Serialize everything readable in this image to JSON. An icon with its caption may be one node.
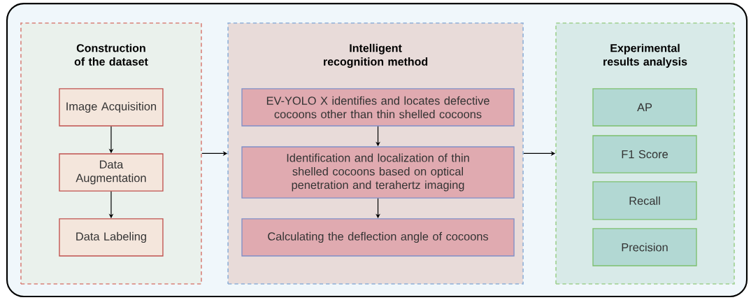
{
  "diagram": {
    "nodes": [
      {
        "text": [
          "Construction of the dataset"
        ]
      },
      {
        "text": [
          "Image Acquisition"
        ],
        "in": 0
      },
      {
        "text": [
          "Data Augmentation"
        ],
        "in": 0
      },
      {
        "text": [
          "Data Labeling"
        ],
        "in": 0
      },
      {
        "text": [
          "Intelligent recognition method"
        ]
      },
      {
        "text": [
          "EV-YOLO X identifies and locates defective cocoons other than thin shelled cocoons"
        ],
        "in": 4
      },
      {
        "text": [
          "Identification and localization of thin shelled cocoons based on optical penetration and terahertz imaging"
        ],
        "in": 4
      },
      {
        "text": [
          "Calculating the deflection angle of cocoons"
        ],
        "in": 4
      },
      {
        "text": [
          "Experimental results analysis"
        ]
      },
      {
        "text": [
          "AP"
        ],
        "in": 8
      },
      {
        "text": [
          "F1 Score"
        ],
        "in": 8
      },
      {
        "text": [
          "Recall"
        ],
        "in": 8
      },
      {
        "text": [
          "Precision"
        ],
        "in": 8
      }
    ],
    "edges": [
      {
        "from": 1,
        "to": 2,
        "arrow": "to"
      },
      {
        "from": 2,
        "to": 3,
        "arrow": "to"
      },
      {
        "from": 0,
        "to": 4,
        "arrow": "to"
      },
      {
        "from": 5,
        "to": 6,
        "arrow": "to"
      },
      {
        "from": 6,
        "to": 7,
        "arrow": "to"
      },
      {
        "from": 4,
        "to": 8,
        "arrow": "to"
      }
    ]
  }
}
